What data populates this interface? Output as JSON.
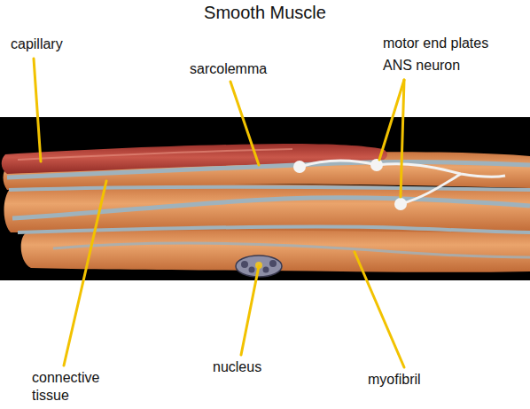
{
  "diagram": {
    "title": "Smooth Muscle",
    "labels": [
      "capillary",
      "sarcolemma",
      "motor end plates ANS neuron",
      "connective tissue",
      "nucleus",
      "myofibril"
    ]
  }
}
